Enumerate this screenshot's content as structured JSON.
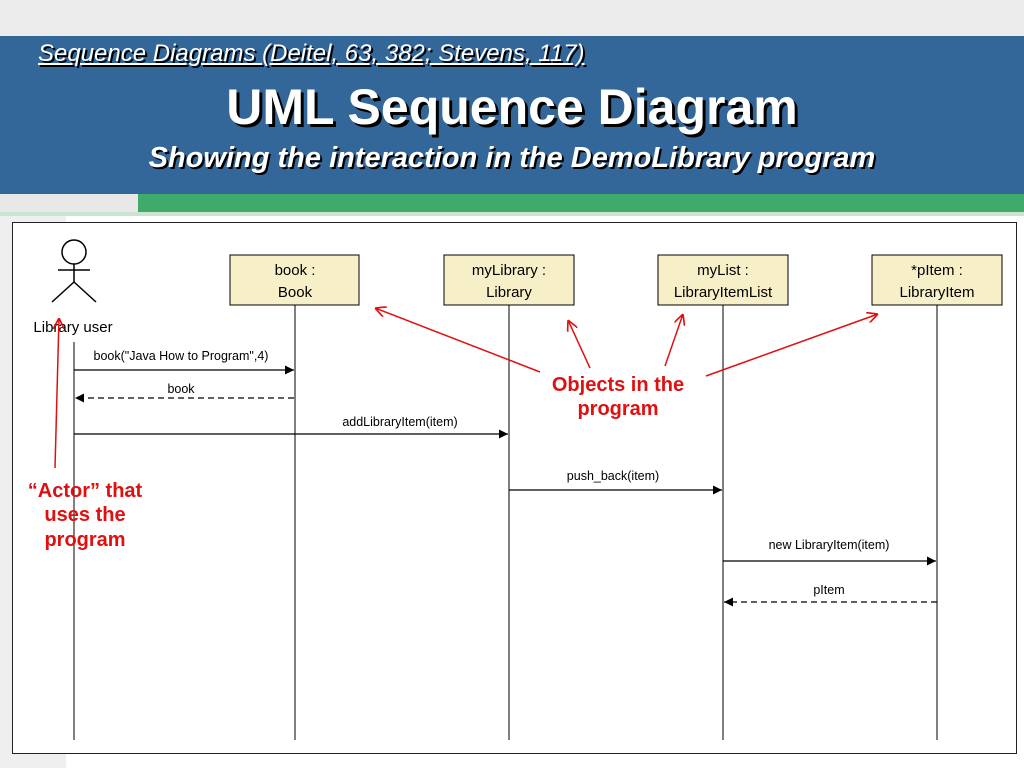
{
  "header": {
    "subheading": "Sequence Diagrams (Deitel, 63, 382; Stevens, 117)",
    "title": "UML Sequence Diagram",
    "subtitle": "Showing the interaction in the DemoLibrary program"
  },
  "actor": {
    "label": "Library user",
    "icon": "stick-figure-icon"
  },
  "objects": [
    {
      "line1": "book :",
      "line2": "Book"
    },
    {
      "line1": "myLibrary :",
      "line2": "Library"
    },
    {
      "line1": "myList :",
      "line2": "LibraryItemList"
    },
    {
      "line1": "*pItem :",
      "line2": "LibraryItem"
    }
  ],
  "messages": [
    {
      "label": "book(\"Java How to Program\",4)",
      "from": "actor",
      "to": "book",
      "style": "solid"
    },
    {
      "label": "book",
      "from": "book",
      "to": "actor",
      "style": "dashed"
    },
    {
      "label": "addLibraryItem(item)",
      "from": "actor",
      "to": "myLibrary",
      "style": "solid"
    },
    {
      "label": "push_back(item)",
      "from": "myLibrary",
      "to": "myList",
      "style": "solid"
    },
    {
      "label": "new LibraryItem(item)",
      "from": "myList",
      "to": "pItem",
      "style": "solid"
    },
    {
      "label": "pItem",
      "from": "pItem",
      "to": "myList",
      "style": "dashed"
    }
  ],
  "annotations": {
    "objects_note": {
      "line1": "Objects in the",
      "line2": "program"
    },
    "actor_note": {
      "line1": "“Actor” that",
      "line2": "uses the",
      "line3": "program"
    }
  },
  "colors": {
    "header_bg": "#336699",
    "accent_green": "#3faa6a",
    "object_fill": "#f7efc8",
    "annotation_red": "#e01010"
  }
}
